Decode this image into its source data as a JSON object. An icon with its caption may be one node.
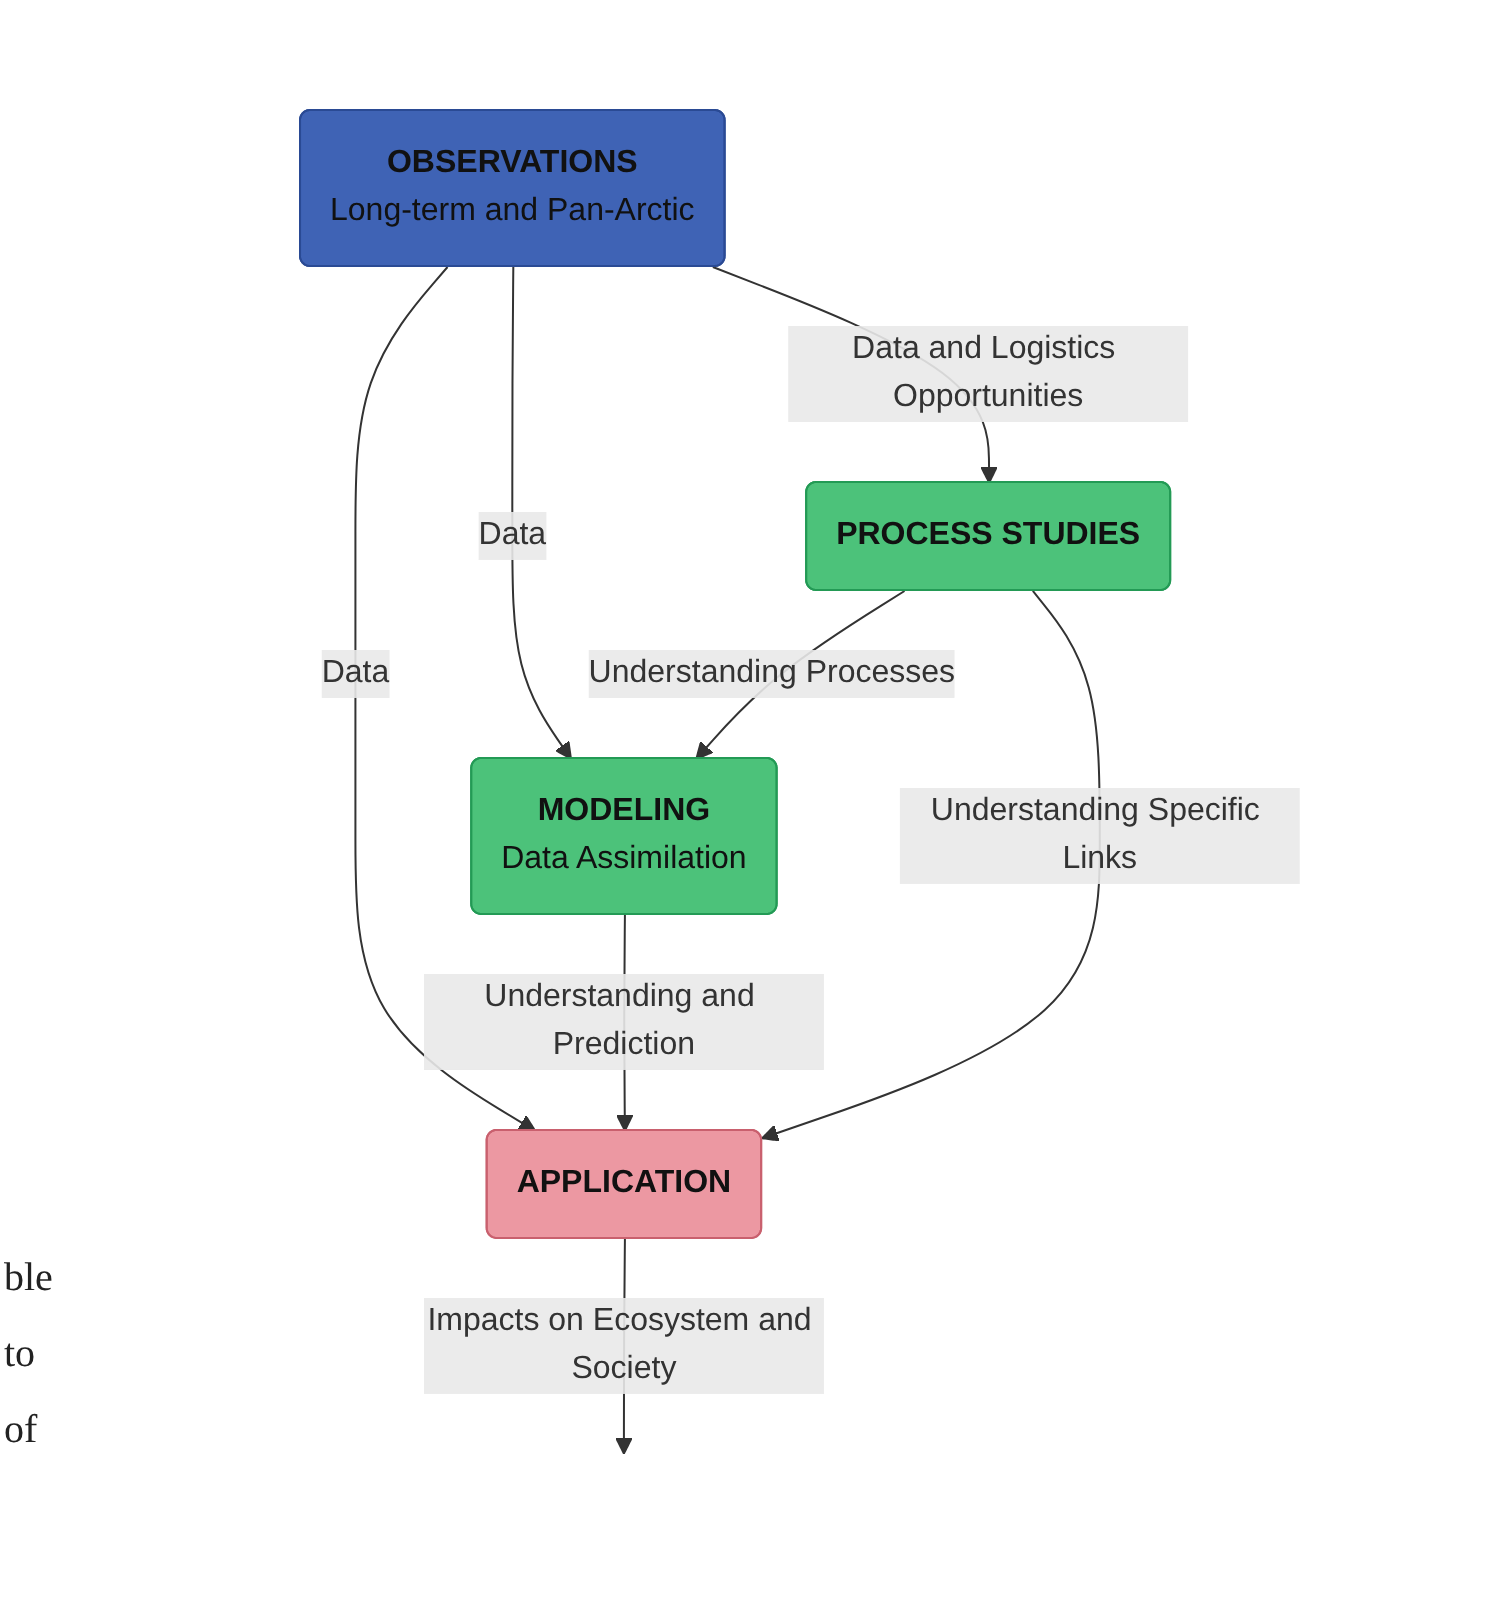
{
  "diagram": {
    "nodes": [
      {
        "text": [
          "OBSERVATIONS",
          "Long-term and Pan-Arctic"
        ]
      },
      {
        "text": [
          "MODELING",
          "Data Assimilation"
        ]
      },
      {
        "text": [
          "PROCESS STUDIES"
        ]
      },
      {
        "text": [
          "APPLICATION"
        ]
      }
    ],
    "edges": [
      {
        "from": 0,
        "to": 1,
        "arrow": "to",
        "label": "Data"
      },
      {
        "from": 0,
        "to": 3,
        "arrow": "to",
        "label": "Data"
      },
      {
        "from": 0,
        "to": 2,
        "arrow": "to",
        "label": "Data and Logistics Opportunities"
      },
      {
        "from": 2,
        "to": 1,
        "arrow": "to",
        "label": "Understanding Processes"
      },
      {
        "from": 1,
        "to": 3,
        "arrow": "to",
        "label": "Understanding and Prediction"
      },
      {
        "from": 2,
        "to": 3,
        "arrow": "to",
        "label": "Understanding Specific Links"
      },
      {
        "from": 3,
        "to": null,
        "arrow": "to",
        "label": "Impacts on Ecosystem and Society"
      }
    ],
    "labels": [
      "ble",
      "to",
      "of"
    ]
  }
}
